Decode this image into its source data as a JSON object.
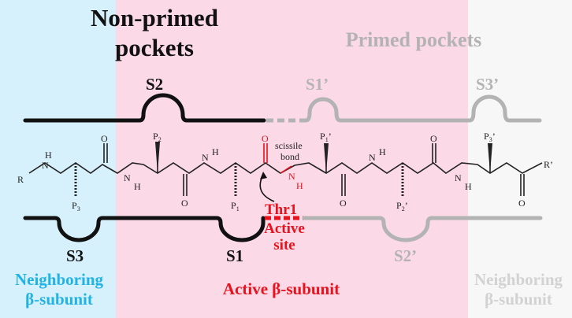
{
  "regions": {
    "left_color": "#d6f1fb",
    "center_color": "#fcd9e6",
    "right_color": "#f7f7f7"
  },
  "titles": {
    "non_primed": "Non-primed pockets",
    "primed": "Primed pockets"
  },
  "pockets": {
    "s2": "S2",
    "s1_prime": "S1’",
    "s3_prime": "S3’",
    "s3": "S3",
    "s1": "S1",
    "s2_prime": "S2’"
  },
  "active_site": {
    "residue": "Thr1",
    "label": "Active site"
  },
  "subunits": {
    "left": "Neighboring β-subunit",
    "center": "Active β-subunit",
    "right": "Neighboring β-subunit"
  },
  "molecule": {
    "r": "R",
    "r_prime": "R’",
    "nh": "H",
    "n": "N",
    "o": "O",
    "p3": "P",
    "p3_sub": "3",
    "p2": "P",
    "p2_sub": "2",
    "p1": "P",
    "p1_sub": "1",
    "p1p": "P",
    "p1p_sub": "1",
    "p2p": "P",
    "p2p_sub": "2",
    "p3p": "P",
    "p3p_sub": "3",
    "prime": "’",
    "scissile": "scissile bond"
  },
  "colors": {
    "black": "#111111",
    "gray": "#b3b3b3",
    "red": "#e8121e",
    "blue": "#21b2e6"
  }
}
